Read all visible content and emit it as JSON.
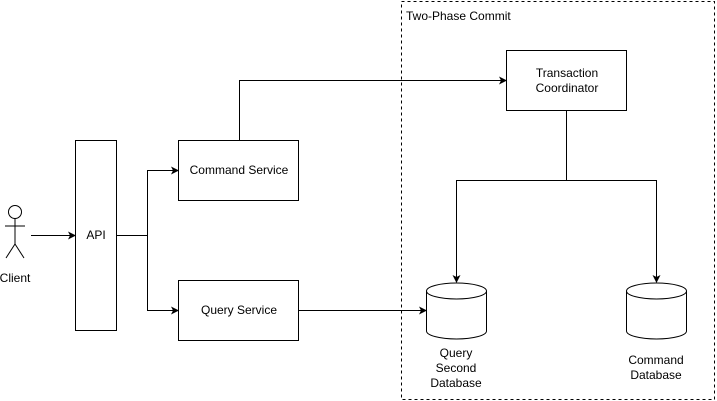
{
  "frame": {
    "title": "Two-Phase Commit"
  },
  "actor": {
    "label": "Client"
  },
  "nodes": {
    "api": {
      "label": "API"
    },
    "command_service": {
      "label": "Command Service"
    },
    "query_service": {
      "label": "Query Service"
    },
    "coordinator": {
      "lines": [
        "Transaction",
        "Coordinator"
      ]
    }
  },
  "databases": {
    "query": {
      "lines": [
        "Query",
        "Second",
        "Database"
      ]
    },
    "command": {
      "lines": [
        "Command",
        "Database"
      ]
    }
  },
  "colors": {
    "stroke": "#000000",
    "fill": "#ffffff",
    "text": "#000000"
  }
}
